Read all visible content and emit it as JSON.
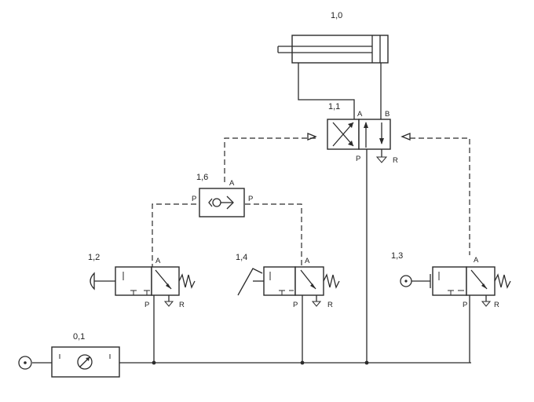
{
  "components": {
    "cylinder": {
      "id": "1,0"
    },
    "main_valve": {
      "id": "1,1",
      "port_a": "A",
      "port_b": "B",
      "port_p": "P",
      "port_r": "R"
    },
    "shuttle_valve": {
      "id": "1,6",
      "port_a": "A",
      "port_p_left": "P",
      "port_p_right": "P"
    },
    "valve_pushbutton": {
      "id": "1,2",
      "port_a": "A",
      "port_p": "P",
      "port_r": "R"
    },
    "valve_pedal": {
      "id": "1,4",
      "port_a": "A",
      "port_p": "P",
      "port_r": "R"
    },
    "valve_roller": {
      "id": "1,3",
      "port_a": "A",
      "port_p": "P",
      "port_r": "R"
    },
    "service_unit": {
      "id": "0,1"
    }
  }
}
